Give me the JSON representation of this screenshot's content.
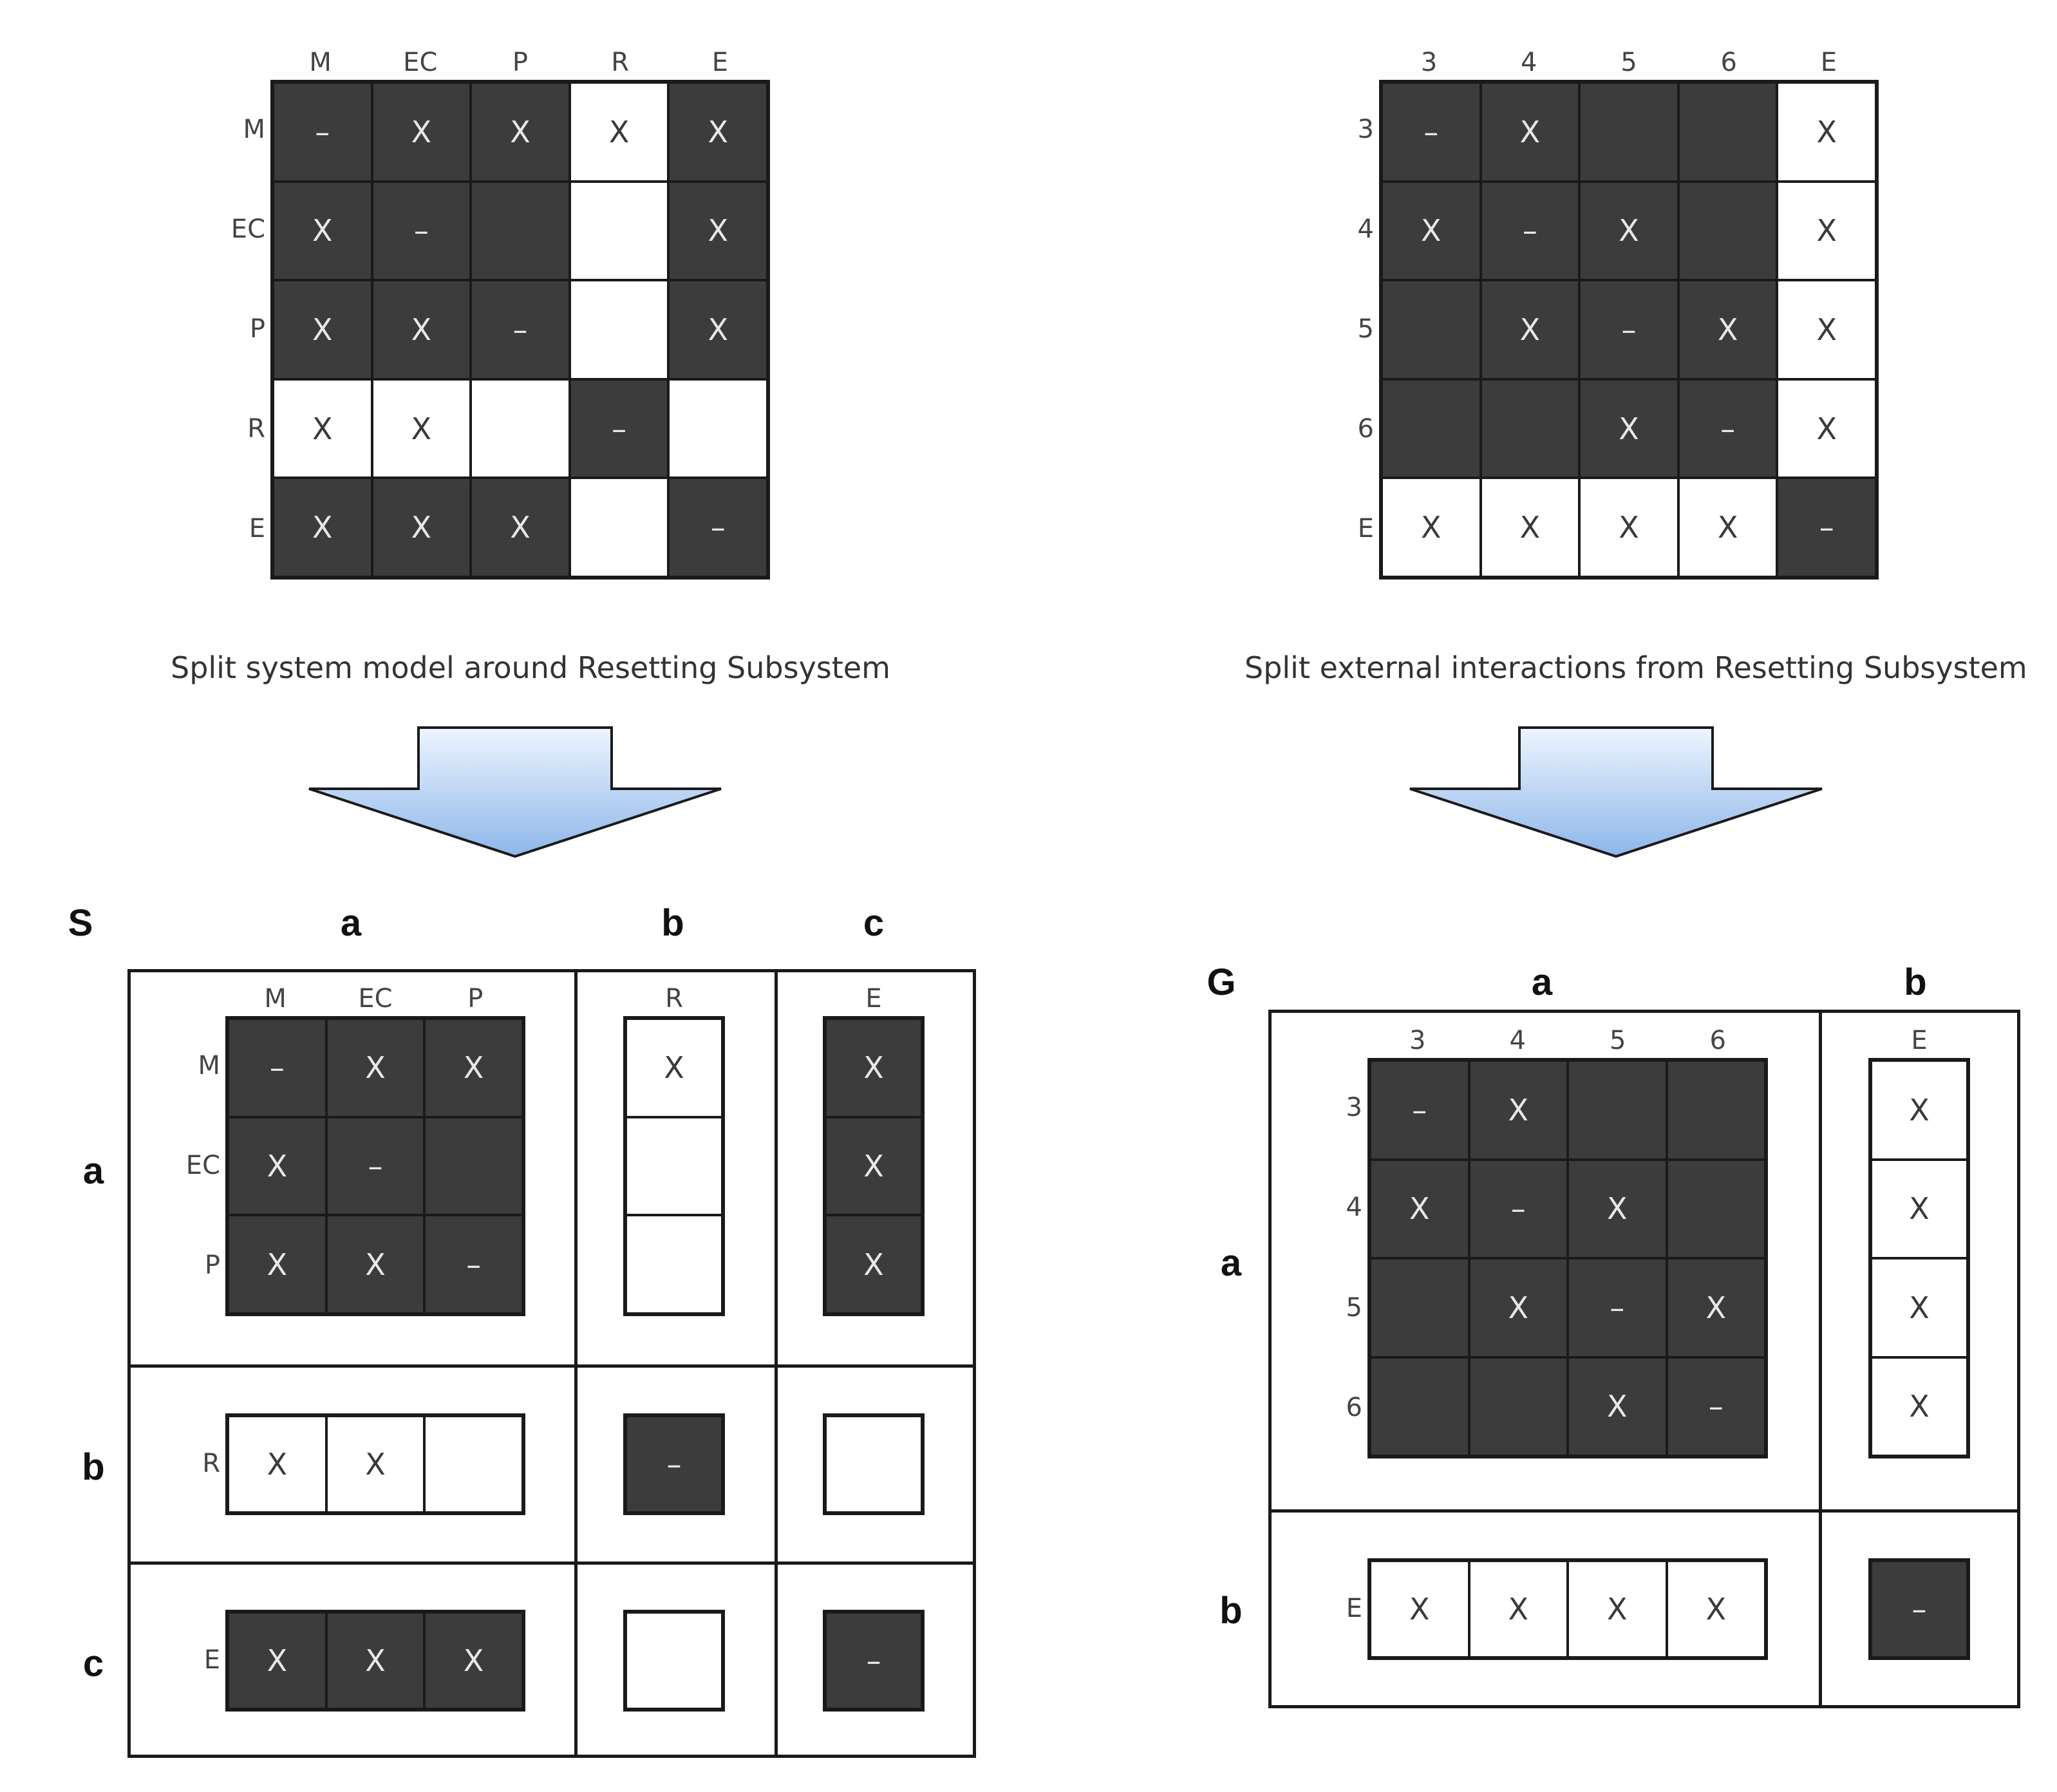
{
  "top_left": {
    "cols": [
      "M",
      "EC",
      "P",
      "R",
      "E"
    ],
    "rows": [
      "M",
      "EC",
      "P",
      "R",
      "E"
    ],
    "cells": [
      [
        "–",
        "X",
        "X",
        "X",
        "X"
      ],
      [
        "X",
        "–",
        "",
        "",
        "X"
      ],
      [
        "X",
        "X",
        "–",
        "",
        "X"
      ],
      [
        "X",
        "X",
        "",
        "–",
        ""
      ],
      [
        "X",
        "X",
        "X",
        "",
        "–"
      ]
    ],
    "dark": [
      [
        1,
        1,
        1,
        0,
        1
      ],
      [
        1,
        1,
        1,
        0,
        1
      ],
      [
        1,
        1,
        1,
        0,
        1
      ],
      [
        0,
        0,
        0,
        1,
        0
      ],
      [
        1,
        1,
        1,
        0,
        1
      ]
    ],
    "caption": "Split system model around Resetting Subsystem"
  },
  "top_right": {
    "cols": [
      "3",
      "4",
      "5",
      "6",
      "E"
    ],
    "rows": [
      "3",
      "4",
      "5",
      "6",
      "E"
    ],
    "cells": [
      [
        "–",
        "X",
        "",
        "",
        "X"
      ],
      [
        "X",
        "–",
        "X",
        "",
        "X"
      ],
      [
        "",
        "X",
        "–",
        "X",
        "X"
      ],
      [
        "",
        "",
        "X",
        "–",
        "X"
      ],
      [
        "X",
        "X",
        "X",
        "X",
        "–"
      ]
    ],
    "dark": [
      [
        1,
        1,
        1,
        1,
        0
      ],
      [
        1,
        1,
        1,
        1,
        0
      ],
      [
        1,
        1,
        1,
        1,
        0
      ],
      [
        1,
        1,
        1,
        1,
        0
      ],
      [
        0,
        0,
        0,
        0,
        1
      ]
    ],
    "caption": "Split external interactions from Resetting Subsystem"
  },
  "arrow_colors": {
    "top": "#eef5ff",
    "bottom": "#8db6ea",
    "stroke": "#1a1a1a"
  },
  "split_S": {
    "label": "S",
    "col_blocks": [
      "a",
      "b",
      "c"
    ],
    "row_blocks": [
      "a",
      "b",
      "c"
    ],
    "aa": {
      "cols": [
        "M",
        "EC",
        "P"
      ],
      "rows": [
        "M",
        "EC",
        "P"
      ],
      "cells": [
        [
          "–",
          "X",
          "X"
        ],
        [
          "X",
          "–",
          ""
        ],
        [
          "X",
          "X",
          "–"
        ]
      ],
      "dark": [
        [
          1,
          1,
          1
        ],
        [
          1,
          1,
          1
        ],
        [
          1,
          1,
          1
        ]
      ]
    },
    "ab": {
      "col": "R",
      "cells": [
        [
          "X"
        ],
        [
          ""
        ],
        [
          ""
        ]
      ],
      "dark": [
        [
          0
        ],
        [
          0
        ],
        [
          0
        ]
      ]
    },
    "ac": {
      "col": "E",
      "cells": [
        [
          "X"
        ],
        [
          "X"
        ],
        [
          "X"
        ]
      ],
      "dark": [
        [
          1
        ],
        [
          1
        ],
        [
          1
        ]
      ]
    },
    "ba": {
      "row": "R",
      "cells": [
        [
          "X",
          "X",
          ""
        ]
      ],
      "dark": [
        [
          0,
          0,
          0
        ]
      ]
    },
    "bb": {
      "cells": [
        [
          "–"
        ]
      ],
      "dark": [
        [
          1
        ]
      ]
    },
    "bc": {
      "cells": [
        [
          ""
        ]
      ],
      "dark": [
        [
          0
        ]
      ]
    },
    "ca": {
      "row": "E",
      "cells": [
        [
          "X",
          "X",
          "X"
        ]
      ],
      "dark": [
        [
          1,
          1,
          1
        ]
      ]
    },
    "cb": {
      "cells": [
        [
          ""
        ]
      ],
      "dark": [
        [
          0
        ]
      ]
    },
    "cc": {
      "cells": [
        [
          "–"
        ]
      ],
      "dark": [
        [
          1
        ]
      ]
    }
  },
  "split_G": {
    "label": "G",
    "col_blocks": [
      "a",
      "b"
    ],
    "row_blocks": [
      "a",
      "b"
    ],
    "aa": {
      "cols": [
        "3",
        "4",
        "5",
        "6"
      ],
      "rows": [
        "3",
        "4",
        "5",
        "6"
      ],
      "cells": [
        [
          "–",
          "X",
          "",
          ""
        ],
        [
          "X",
          "–",
          "X",
          ""
        ],
        [
          "",
          "X",
          "–",
          "X"
        ],
        [
          "",
          "",
          "X",
          "–"
        ]
      ],
      "dark": [
        [
          1,
          1,
          1,
          1
        ],
        [
          1,
          1,
          1,
          1
        ],
        [
          1,
          1,
          1,
          1
        ],
        [
          1,
          1,
          1,
          1
        ]
      ]
    },
    "ab": {
      "col": "E",
      "cells": [
        [
          "X"
        ],
        [
          "X"
        ],
        [
          "X"
        ],
        [
          "X"
        ]
      ],
      "dark": [
        [
          0
        ],
        [
          0
        ],
        [
          0
        ],
        [
          0
        ]
      ]
    },
    "ba": {
      "row": "E",
      "cells": [
        [
          "X",
          "X",
          "X",
          "X"
        ]
      ],
      "dark": [
        [
          0,
          0,
          0,
          0
        ]
      ]
    },
    "bb": {
      "cells": [
        [
          "–"
        ]
      ],
      "dark": [
        [
          1
        ]
      ]
    }
  }
}
